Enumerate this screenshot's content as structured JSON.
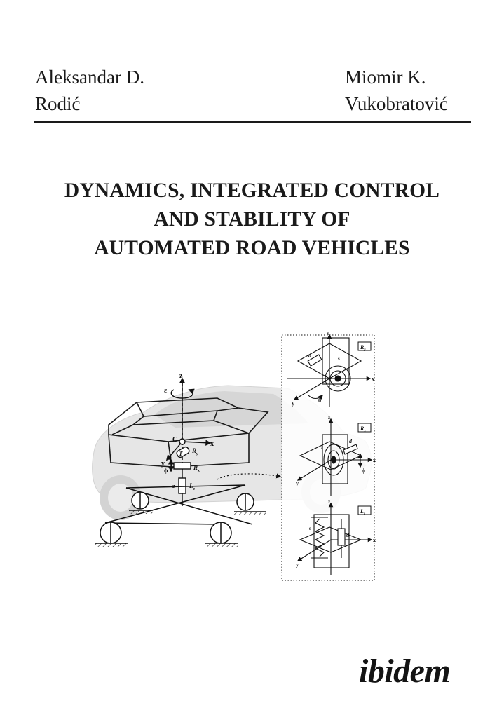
{
  "authors": {
    "left": {
      "line1": "Aleksandar D.",
      "line2": "Rodić"
    },
    "right": {
      "line1": "Miomir K.",
      "line2": "Vukobratović"
    }
  },
  "title": {
    "line1": "DYNAMICS, INTEGRATED CONTROL",
    "line2": "AND STABILITY OF",
    "line3": "AUTOMATED ROAD VEHICLES"
  },
  "figure": {
    "main_labels": {
      "z": "z",
      "epsilon": "ε",
      "c": "C",
      "x": "x",
      "ry": "R",
      "ry_sub": "y",
      "theta": "θ",
      "t": "T",
      "y": "y",
      "phi": "ϕ",
      "rx": "R",
      "rx_sub": "x",
      "z2": "z",
      "lz": "L",
      "lz_sub": "z"
    },
    "panel_labels": {
      "ry_panel": "R",
      "ry_panel_sub": "y",
      "rx_panel": "R",
      "rx_panel_sub": "x",
      "lz_panel": "L",
      "lz_panel_sub": "z",
      "d1": "d",
      "s1": "s",
      "x1": "x",
      "y1": "y",
      "theta1": "θ",
      "z1": "z",
      "d2": "d",
      "s2": "s",
      "x2": "x",
      "y2": "y",
      "phi2": "ϕ",
      "z2": "z",
      "d3": "d",
      "s3": "s",
      "x3": "x",
      "y3": "y",
      "z3": "z"
    }
  },
  "publisher": "ibidem"
}
